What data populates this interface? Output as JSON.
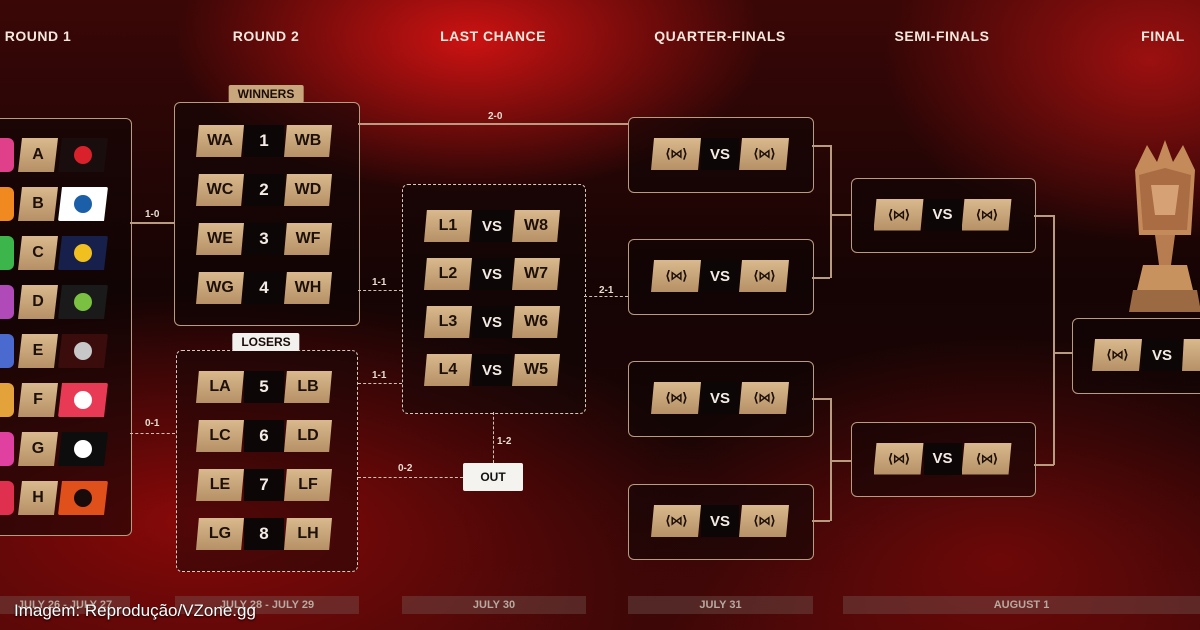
{
  "headers": {
    "round1": "ROUND 1",
    "round2": "ROUND 2",
    "last_chance": "LAST CHANCE",
    "quarter": "QUARTER-FINALS",
    "semi": "SEMI-FINALS",
    "final": "FINAL"
  },
  "round1": {
    "teams": [
      {
        "seed": "A",
        "logo": "",
        "color": "#e0408a",
        "logo_bg": "#1a0d0d",
        "logo_accent": "#d9212b"
      },
      {
        "seed": "B",
        "logo": "",
        "color": "#f08a20",
        "logo_bg": "#ffffff",
        "logo_accent": "#1b5fa8"
      },
      {
        "seed": "C",
        "logo": "",
        "color": "#3cb54a",
        "logo_bg": "#16204a",
        "logo_accent": "#f0c020"
      },
      {
        "seed": "D",
        "logo": "",
        "color": "#b04ab8",
        "logo_bg": "#1a1a1a",
        "logo_accent": "#7ac142"
      },
      {
        "seed": "E",
        "logo": "",
        "color": "#4a6ad0",
        "logo_bg": "#3a0c0c",
        "logo_accent": "#c7c7c7"
      },
      {
        "seed": "F",
        "logo": "",
        "color": "#e3a23a",
        "logo_bg": "#e93a55",
        "logo_accent": "#ffffff"
      },
      {
        "seed": "G",
        "logo": "",
        "color": "#e040a0",
        "logo_bg": "#0d0d0d",
        "logo_accent": "#ffffff"
      },
      {
        "seed": "H",
        "logo": "",
        "color": "#e03050",
        "logo_bg": "#e0501a",
        "logo_accent": "#1a0b0b"
      }
    ]
  },
  "round2": {
    "winners_label": "WINNERS",
    "losers_label": "LOSERS",
    "winners": [
      {
        "a": "WA",
        "n": "1",
        "b": "WB"
      },
      {
        "a": "WC",
        "n": "2",
        "b": "WD"
      },
      {
        "a": "WE",
        "n": "3",
        "b": "WF"
      },
      {
        "a": "WG",
        "n": "4",
        "b": "WH"
      }
    ],
    "losers": [
      {
        "a": "LA",
        "n": "5",
        "b": "LB"
      },
      {
        "a": "LC",
        "n": "6",
        "b": "LD"
      },
      {
        "a": "LE",
        "n": "7",
        "b": "LF"
      },
      {
        "a": "LG",
        "n": "8",
        "b": "LH"
      }
    ]
  },
  "last_chance": [
    {
      "a": "L1",
      "vs": "VS",
      "b": "W8"
    },
    {
      "a": "L2",
      "vs": "VS",
      "b": "W7"
    },
    {
      "a": "L3",
      "vs": "VS",
      "b": "W6"
    },
    {
      "a": "L4",
      "vs": "VS",
      "b": "W5"
    }
  ],
  "vs_label": "VS",
  "scores": {
    "r1_winners": "1-0",
    "r1_losers": "0-1",
    "r2_win_top": "2-0",
    "r2_win_mid": "1-1",
    "r2_lose_mid": "1-1",
    "r2_lose_out": "0-2",
    "lc_out": "1-2",
    "lc_qf": "2-1"
  },
  "out_label": "OUT",
  "dates": {
    "d1": "JULY 26 - JULY 27",
    "d2": "JULY 28 - JULY 29",
    "d3": "JULY 30",
    "d4": "JULY 31",
    "d5": "AUGUST 1"
  },
  "caption": "Imagem: Reprodução/VZone.gg",
  "colors": {
    "gold": "#c9a77c",
    "panel_border": "#b99b80",
    "dark": "#0d0606"
  }
}
